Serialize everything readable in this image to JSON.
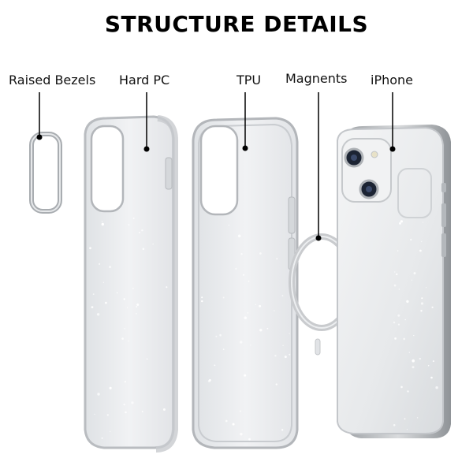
{
  "title": "STRUCTURE DETAILS",
  "labels": {
    "raised_bezels": "Raised Bezels",
    "hard_pc": "Hard PC",
    "tpu": "TPU",
    "magnets": "Magnents",
    "iphone": "iPhone"
  },
  "colors": {
    "callout": "#000000",
    "clear_case_edge": "#b9bcc0",
    "glitter_fill": "#eef0f2",
    "phone_silver": "#d3d5d8",
    "magnet_ring": "#c9cbce"
  }
}
